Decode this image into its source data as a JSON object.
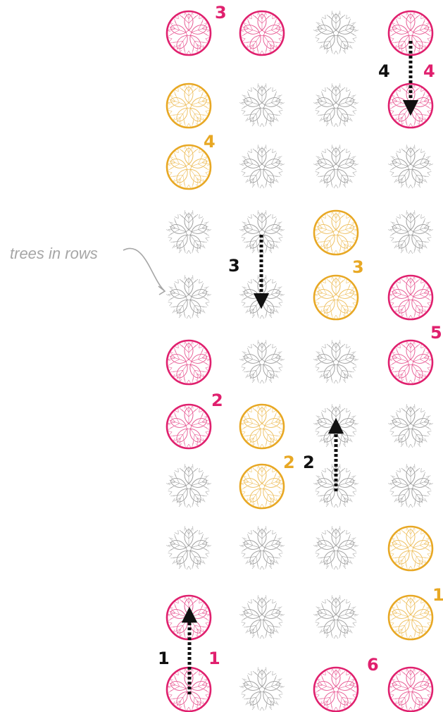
{
  "colors": {
    "magenta": "#e0206e",
    "orange": "#e8a824",
    "black": "#111111",
    "tree_gray": "#8c8c8c",
    "note_gray": "#a6a6a6"
  },
  "icon": "tree-canopy-icon",
  "grid": {
    "columns": 4,
    "rows": 11,
    "cells": [
      [
        "magenta",
        "magenta",
        "plain",
        "magenta"
      ],
      [
        "orange",
        "plain",
        "plain",
        "magenta"
      ],
      [
        "orange",
        "plain",
        "plain",
        "plain"
      ],
      [
        "plain",
        "plain",
        "orange",
        "plain"
      ],
      [
        "plain",
        "plain",
        "orange",
        "magenta"
      ],
      [
        "magenta",
        "plain",
        "plain",
        "magenta"
      ],
      [
        "magenta",
        "orange",
        "plain",
        "plain"
      ],
      [
        "plain",
        "orange",
        "plain",
        "plain"
      ],
      [
        "plain",
        "plain",
        "plain",
        "orange"
      ],
      [
        "magenta",
        "plain",
        "plain",
        "orange"
      ],
      [
        "magenta",
        "plain",
        "magenta",
        "magenta"
      ]
    ]
  },
  "annotation": {
    "text": "trees in rows"
  },
  "moves": [
    {
      "number": "1",
      "color": "black"
    },
    {
      "number": "2",
      "color": "black"
    },
    {
      "number": "3",
      "color": "black"
    },
    {
      "number": "4",
      "color": "black"
    }
  ],
  "labels": [
    {
      "text": "3",
      "color": "magenta"
    },
    {
      "text": "4",
      "color": "magenta"
    },
    {
      "text": "4",
      "color": "orange"
    },
    {
      "text": "3",
      "color": "orange"
    },
    {
      "text": "5",
      "color": "magenta"
    },
    {
      "text": "2",
      "color": "magenta"
    },
    {
      "text": "2",
      "color": "orange"
    },
    {
      "text": "1",
      "color": "orange"
    },
    {
      "text": "1",
      "color": "magenta"
    },
    {
      "text": "6",
      "color": "magenta"
    }
  ]
}
